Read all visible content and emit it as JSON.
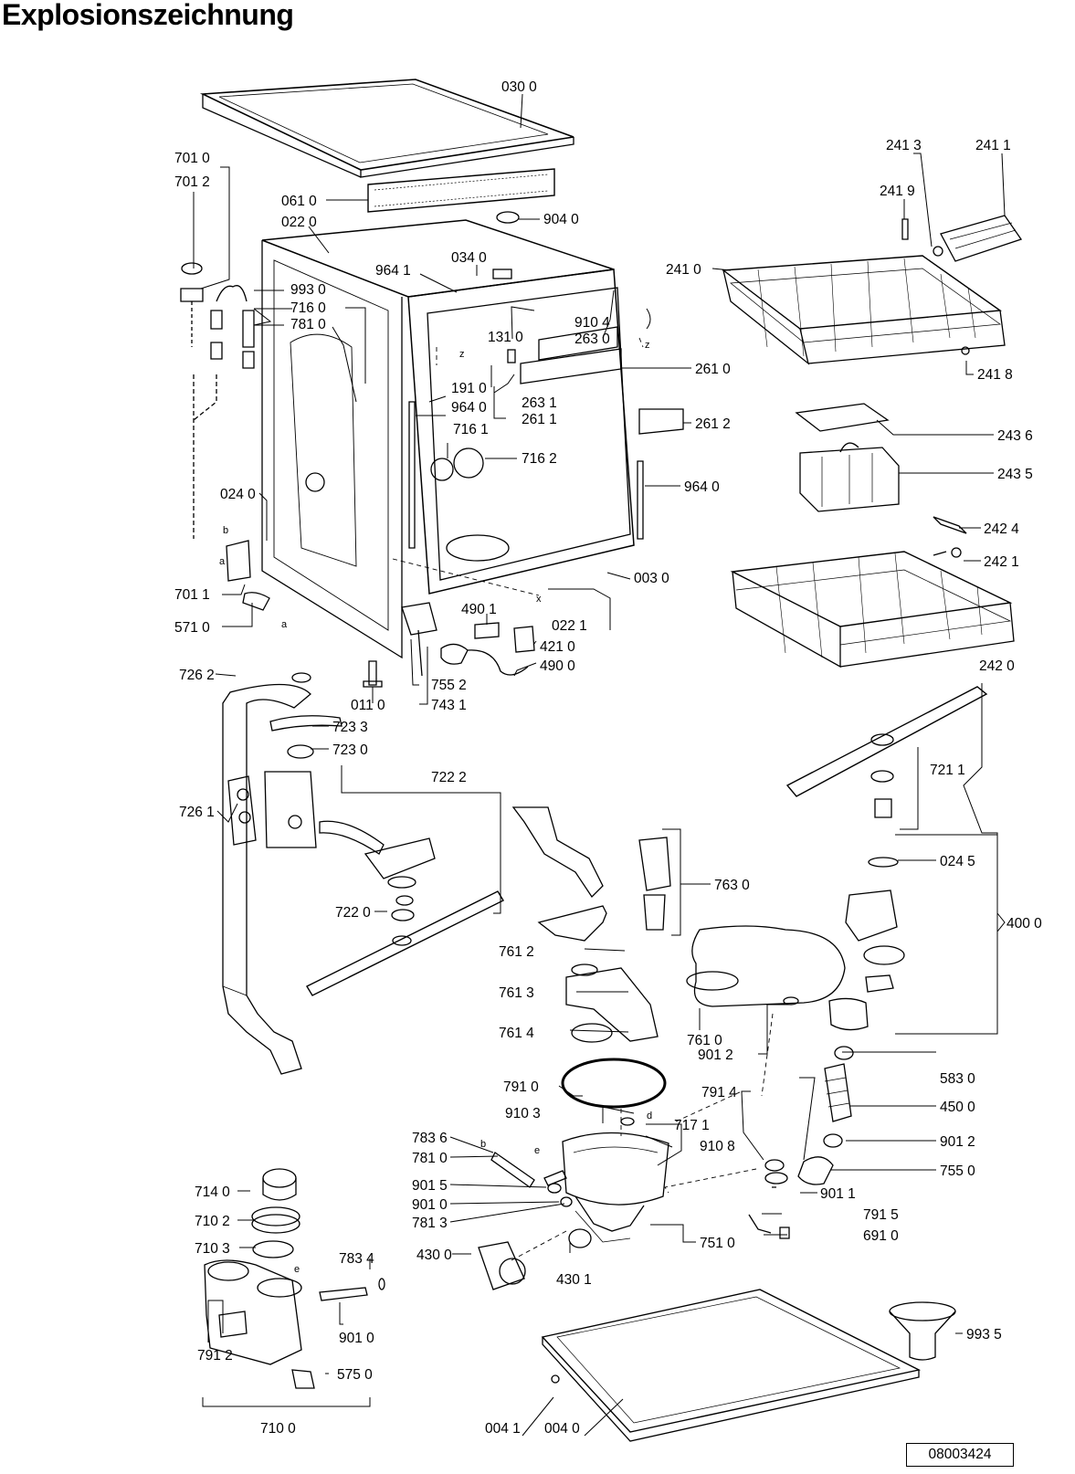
{
  "title": "Explosionszeichnung",
  "document_code": "08003424",
  "callouts": {
    "top": [
      "030 0",
      "061 0",
      "904 0",
      "022 0",
      "034 0",
      "964 1",
      "993 0",
      "716 0",
      "781 0",
      "131 0",
      "910 4",
      "263 0",
      "701 0",
      "701 2",
      "191 0",
      "964 0",
      "716 1",
      "716 2",
      "263 1",
      "261 1",
      "261 0",
      "261 2",
      "964 0",
      "024 0",
      "003 0",
      "022 1",
      "490 1",
      "421 0",
      "490 0",
      "701 1",
      "571 0",
      "755 2",
      "743 1",
      "011 0"
    ],
    "racks": [
      "241 3",
      "241 1",
      "241 9",
      "241 0",
      "241 8",
      "243 6",
      "243 5",
      "242 4",
      "242 1",
      "242 0"
    ],
    "wash": [
      "726 2",
      "723 3",
      "723 0",
      "722 2",
      "726 1",
      "722 0",
      "721 1",
      "024 5",
      "763 0",
      "400 0",
      "761 2",
      "761 3",
      "761 4",
      "761 0",
      "901 2",
      "791 0",
      "791 4",
      "583 0",
      "450 0",
      "910 3",
      "717 1",
      "910 8",
      "901 2",
      "783 6",
      "781 0",
      "901 5",
      "901 0",
      "781 3",
      "755 0",
      "901 1",
      "791 5",
      "751 0",
      "691 0",
      "430 0",
      "430 1"
    ],
    "bottom": [
      "714 0",
      "710 2",
      "710 3",
      "783 4",
      "901 0",
      "791 2",
      "575 0",
      "710 0",
      "993 5",
      "004 1",
      "004 0"
    ]
  },
  "letter_marks": [
    "z",
    "z",
    "x",
    "a",
    "b",
    "a",
    "d",
    "e",
    "b",
    "e"
  ]
}
